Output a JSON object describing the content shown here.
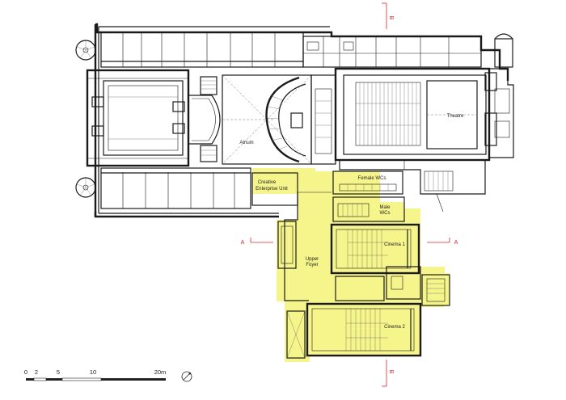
{
  "rooms": {
    "atrium": "Atrium",
    "theatre": "Theatre",
    "creative_enterprise_line1": "Creative",
    "creative_enterprise_line2": "Enterprise Unit",
    "female_wcs": "Female WCs",
    "male_wcs_line1": "Male",
    "male_wcs_line2": "WCs",
    "upper_foyer_line1": "Upper",
    "upper_foyer_line2": "Foyer",
    "cinema1": "Cinema 1",
    "cinema2": "Cinema 2"
  },
  "section_markers": {
    "b_top": "B",
    "b_bottom": "B",
    "a_left": "A",
    "a_right": "A"
  },
  "scale_bar": {
    "ticks": [
      "0",
      "2",
      "5",
      "10",
      "20m"
    ]
  },
  "colors": {
    "highlight": "#f6f58c",
    "section_line": "#d9262a",
    "wall": "#1a1a1a"
  },
  "icons": {
    "north_arrow": "north-arrow-icon"
  }
}
